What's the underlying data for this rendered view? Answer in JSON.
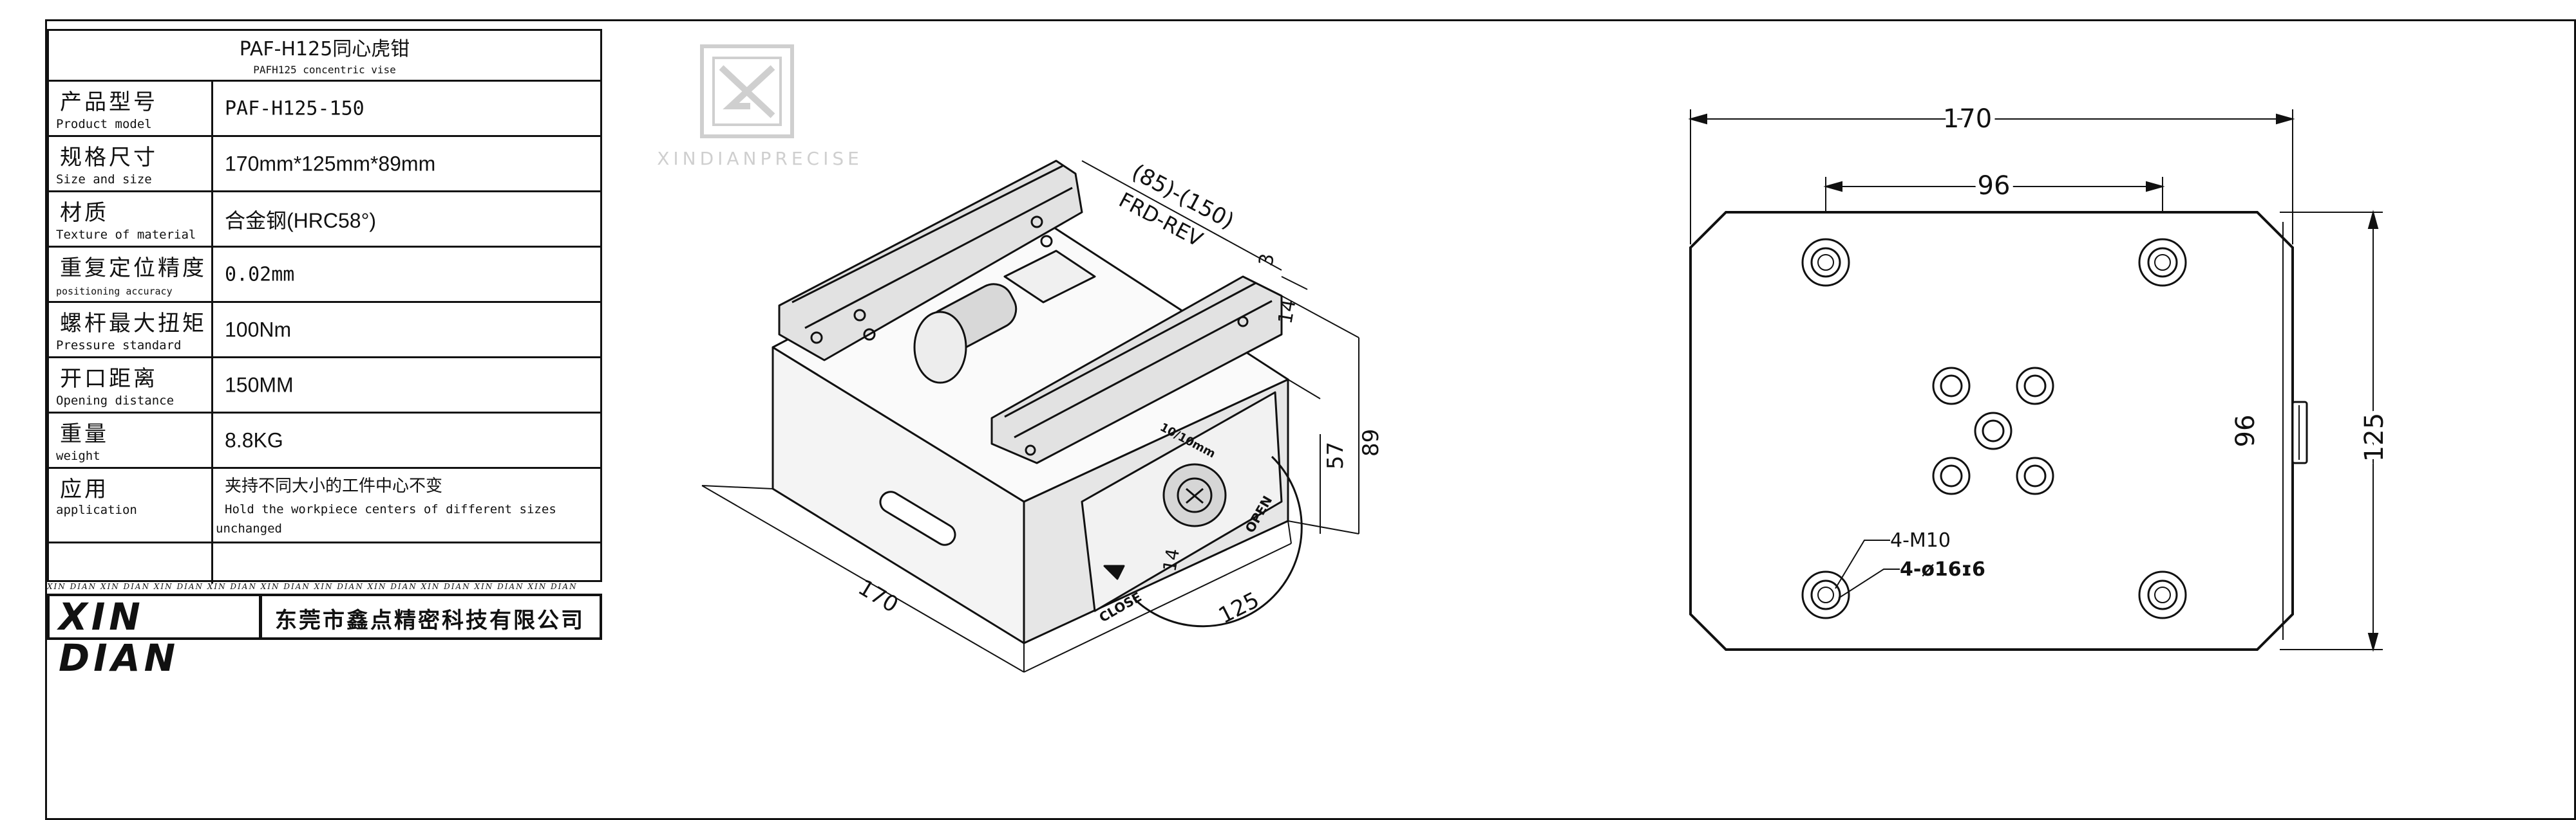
{
  "title_block": {
    "title_cn": "PAF-H125同心虎钳",
    "title_en": "PAFH125 concentric vise",
    "rows": [
      {
        "label_cn": "产品型号",
        "label_en": "Product model",
        "value": "PAF-H125-150"
      },
      {
        "label_cn": "规格尺寸",
        "label_en": "Size and size",
        "value": "170mm*125mm*89mm"
      },
      {
        "label_cn": "材质",
        "label_en": "Texture of material",
        "value": "合金钢(HRC58°)"
      },
      {
        "label_cn": "重复定位精度",
        "label_en": "positioning accuracy",
        "value": "0.02mm"
      },
      {
        "label_cn": "螺杆最大扭矩",
        "label_en": "Pressure standard",
        "value": "100Nm"
      },
      {
        "label_cn": "开口距离",
        "label_en": "Opening distance",
        "value": "150MM"
      },
      {
        "label_cn": "重量",
        "label_en": "weight",
        "value": "8.8KG"
      }
    ],
    "application": {
      "label_cn": "应用",
      "label_en": "application",
      "value_cn": "夹持不同大小的工件中心不变",
      "value_en_1": "Hold the workpiece centers of different sizes",
      "value_en_2": "unchanged"
    },
    "strip_text": "XIN DIAN XIN DIAN XIN DIAN XIN DIAN XIN DIAN XIN DIAN XIN DIAN XIN DIAN XIN DIAN XIN DIAN",
    "brand_logo": "XIN DIAN",
    "company": "东莞市鑫点精密科技有限公司"
  },
  "watermark": "XINDIANPRECISE",
  "iso_view": {
    "dim_width": "170",
    "dim_depth": "125",
    "dim_height_total": "89",
    "dim_height_body": "57",
    "dim_jaw": "14",
    "dim_step": "3",
    "dim_bottom": "14",
    "opening_note": "(85)-(150)",
    "direction_note": "FRD-REV",
    "label_open": "OPEN",
    "label_close": "CLOSE",
    "label_scale": "10/10mm"
  },
  "top_view": {
    "dim_width": "170",
    "dim_hole_spacing_x": "96",
    "dim_hole_spacing_y": "96",
    "dim_depth": "125",
    "callout_thread": "4-M10",
    "callout_bore": "4-ø16ɪ6"
  },
  "colors": {
    "line": "#111111",
    "watermark": "#cfcfcf",
    "metal_light": "#f4f4f4",
    "metal_shade": "#cfcfcf"
  }
}
